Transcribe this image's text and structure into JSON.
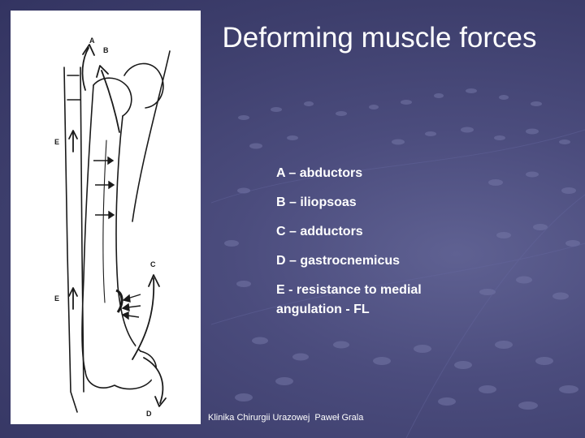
{
  "slide": {
    "title": "Deforming muscle forces",
    "legend": [
      "A – abductors",
      "B – iliopsoas",
      "C – adductors",
      "D – gastrocnemicus",
      "E - resistance to medial angulation - FL"
    ],
    "footer": "Klinika Chirurgii Urazowej  Paweł Grala"
  },
  "figure": {
    "labels": {
      "a": "A",
      "b": "B",
      "c": "C",
      "d": "D",
      "e_upper": "E",
      "e_lower": "E"
    }
  },
  "colors": {
    "background": "#45467a",
    "text": "#ffffff",
    "figure_background": "#ffffff",
    "ink": "#1a1a1a"
  }
}
